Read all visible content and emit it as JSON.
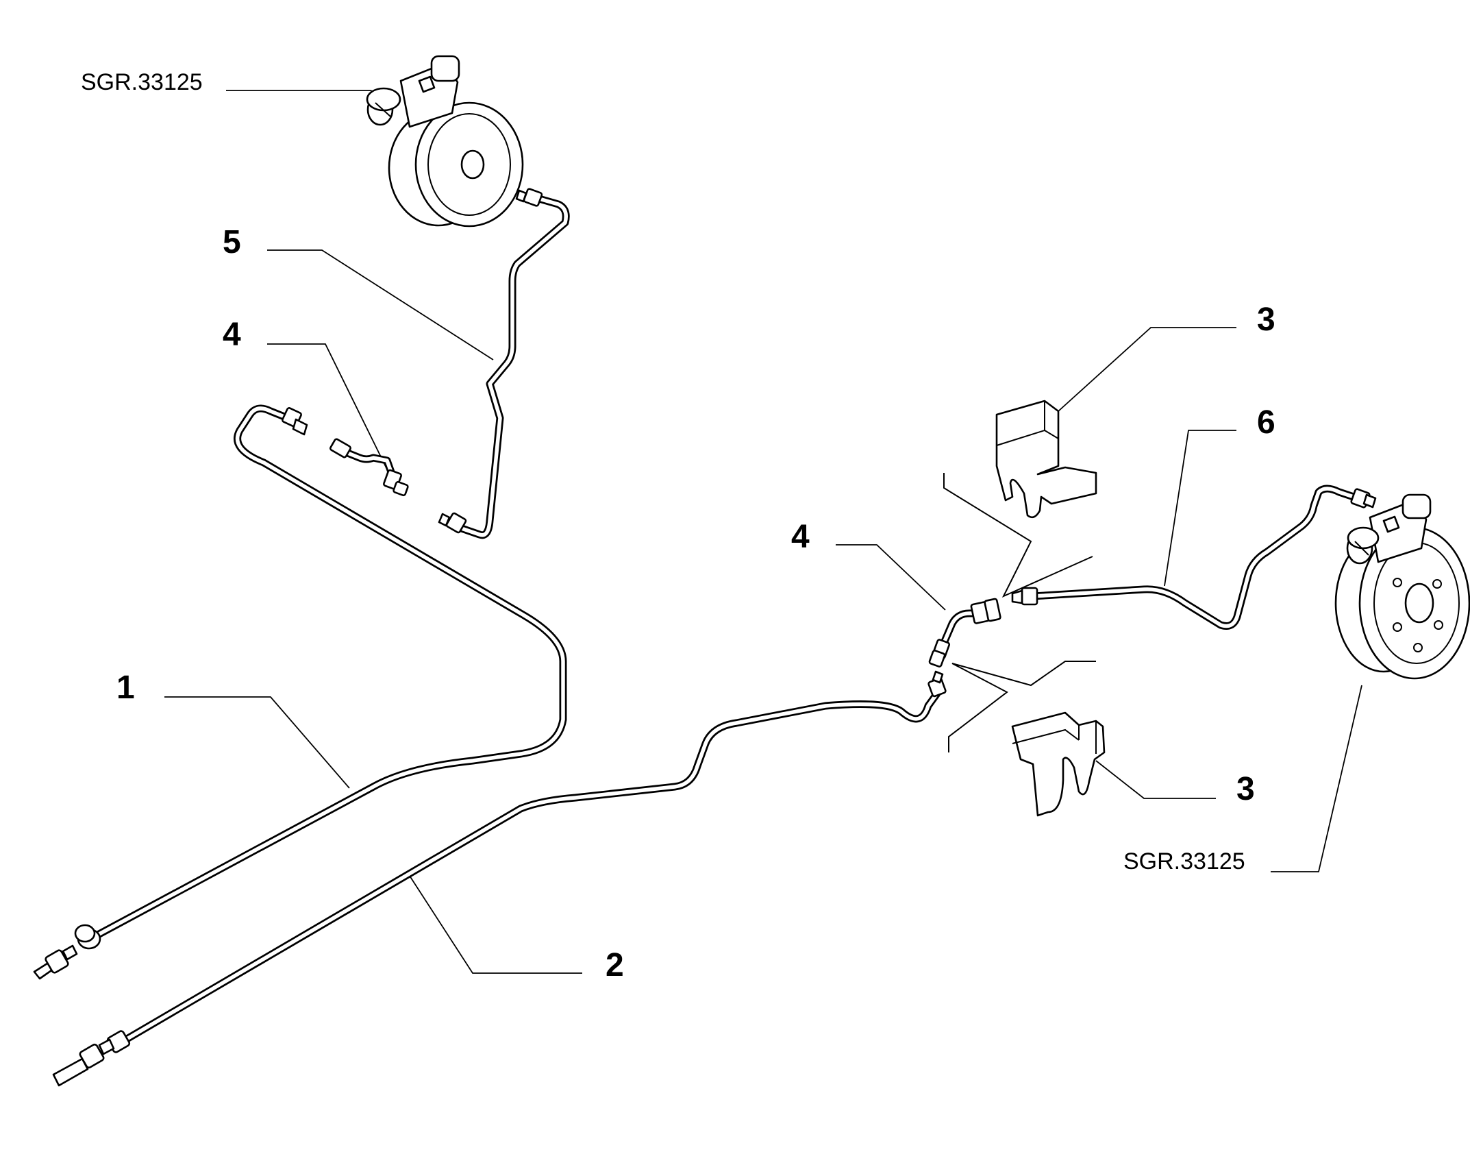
{
  "labels": {
    "cylinder_ref_top": "SGR.33125",
    "cylinder_ref_bottom": "SGR.33125",
    "part_1": "1",
    "part_2": "2",
    "part_3_upper": "3",
    "part_3_lower": "3",
    "part_4_left": "4",
    "part_4_right": "4",
    "part_5": "5",
    "part_6": "6"
  }
}
